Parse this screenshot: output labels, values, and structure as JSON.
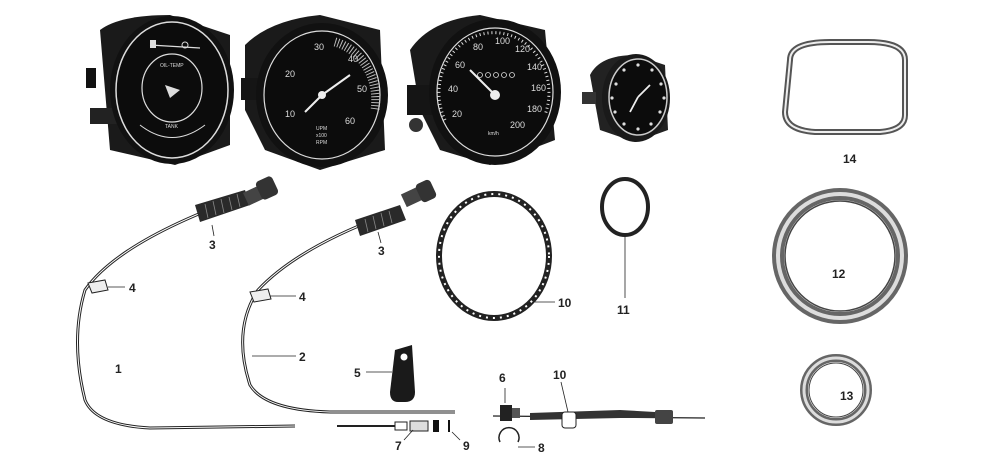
{
  "callouts": [
    {
      "id": "c1",
      "text": "1"
    },
    {
      "id": "c2",
      "text": "2"
    },
    {
      "id": "c3a",
      "text": "3"
    },
    {
      "id": "c3b",
      "text": "3"
    },
    {
      "id": "c4a",
      "text": "4"
    },
    {
      "id": "c4b",
      "text": "4"
    },
    {
      "id": "c5",
      "text": "5"
    },
    {
      "id": "c6",
      "text": "6"
    },
    {
      "id": "c7",
      "text": "7"
    },
    {
      "id": "c8",
      "text": "8"
    },
    {
      "id": "c9",
      "text": "9"
    },
    {
      "id": "c10a",
      "text": "10"
    },
    {
      "id": "c10b",
      "text": "10"
    },
    {
      "id": "c11",
      "text": "11"
    },
    {
      "id": "c12",
      "text": "12"
    },
    {
      "id": "c13",
      "text": "13"
    },
    {
      "id": "c14",
      "text": "14"
    }
  ],
  "gauges": {
    "oil_temp_label": "OIL-TEMP",
    "fuel_label": "TANK",
    "tach_numbers": [
      "10",
      "20",
      "30",
      "40",
      "50",
      "60"
    ],
    "tach_units_1": "UPM",
    "tach_units_2": "x100",
    "tach_units_3": "RPM",
    "speedo_numbers": [
      "20",
      "40",
      "60",
      "80",
      "100",
      "120",
      "140",
      "160",
      "180",
      "200"
    ],
    "speedo_units": "km/h"
  }
}
